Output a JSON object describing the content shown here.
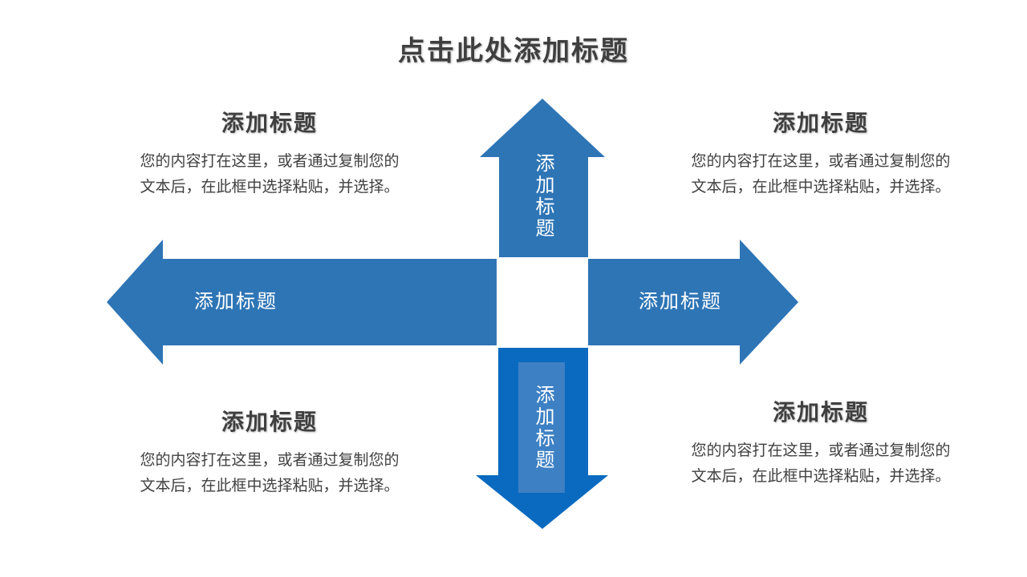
{
  "slide": {
    "title": "点击此处添加标题",
    "colors": {
      "background": "#ffffff",
      "arrow_main": "#2e75b6",
      "arrow_down": "#0a6abf",
      "arrow_down_overlay": "#3d80c4",
      "heading_text": "#3f3f3f",
      "body_text": "#404040",
      "arrow_label_text": "#ffffff"
    }
  },
  "quadrants": {
    "top_left": {
      "heading": "添加标题",
      "body": "您的内容打在这里，或者通过复制您的文本后，在此框中选择粘贴，并选择。"
    },
    "top_right": {
      "heading": "添加标题",
      "body": "您的内容打在这里，或者通过复制您的文本后，在此框中选择粘贴，并选择。"
    },
    "bottom_left": {
      "heading": "添加标题",
      "body": "您的内容打在这里，或者通过复制您的文本后，在此框中选择粘贴，并选择。"
    },
    "bottom_right": {
      "heading": "添加标题",
      "body": "您的内容打在这里，或者通过复制您的文本后，在此框中选择粘贴，并选择。"
    }
  },
  "arrows": {
    "up": {
      "label": "添加标题"
    },
    "down": {
      "label": "添加标题"
    },
    "left": {
      "label": "添加标题"
    },
    "right": {
      "label": "添加标题"
    }
  }
}
